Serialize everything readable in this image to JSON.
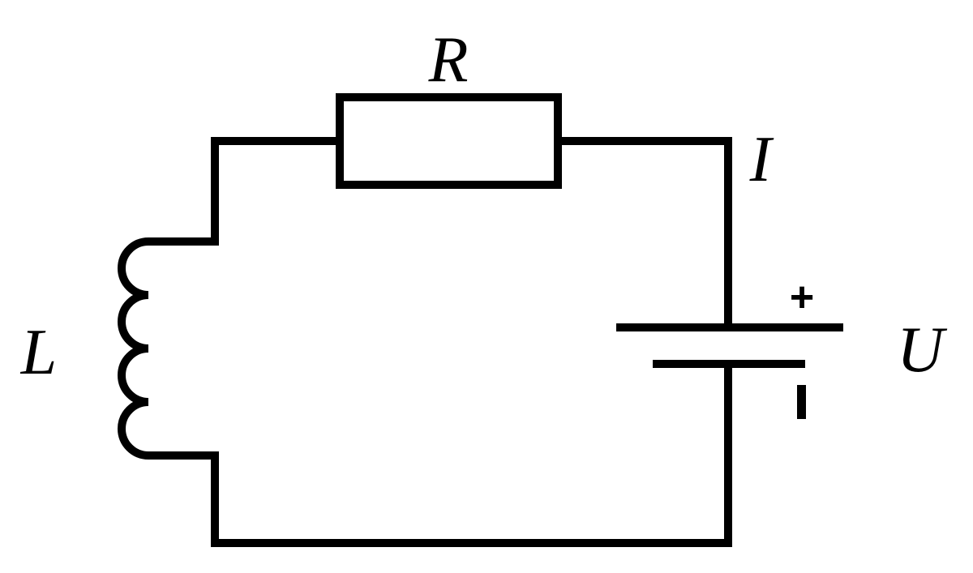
{
  "labels": {
    "resistor": "R",
    "current": "I",
    "inductor": "L",
    "voltage": "U"
  },
  "polarity": {
    "positive": "+",
    "negative": "-"
  },
  "colors": {
    "stroke": "#000000",
    "background": "#ffffff"
  }
}
